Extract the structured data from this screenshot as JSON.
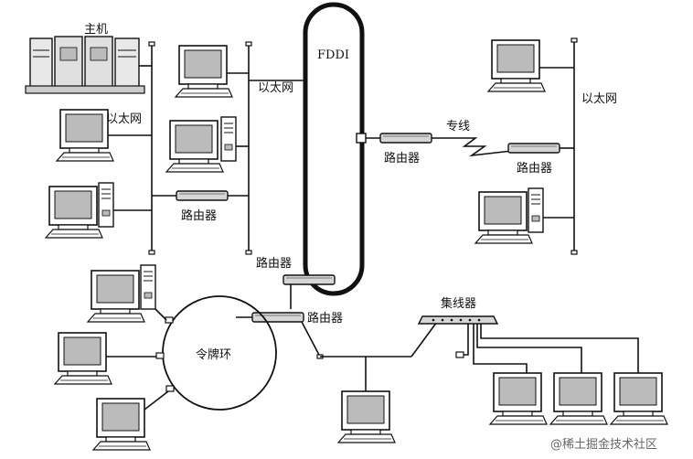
{
  "labels": {
    "mainframe": "主机",
    "ethernet_left_1": "以太网",
    "ethernet_left_2": "以太网",
    "ethernet_right": "以太网",
    "fddi": "FDDI",
    "leased_line": "专线",
    "router_left": "路由器",
    "router_fddi_right": "路由器",
    "router_right": "路由器",
    "router_fddi_bottom": "路由器",
    "router_token": "路由器",
    "hub": "集线器",
    "token_ring": "令牌环"
  },
  "watermark": "@稀土掘金技术社区",
  "icons": [
    "mainframe-icon",
    "computer-icon",
    "router-icon",
    "hub-icon",
    "terminator-icon"
  ]
}
